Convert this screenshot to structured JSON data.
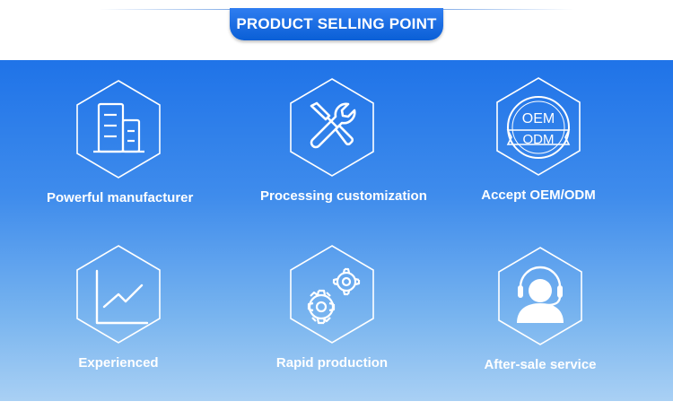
{
  "header": {
    "title": "PRODUCT SELLING POINT"
  },
  "features": [
    {
      "label": "Powerful manufacturer",
      "icon": "buildings-icon"
    },
    {
      "label": "Processing customization",
      "icon": "wrench-screwdriver-icon"
    },
    {
      "label": "Accept OEM/ODM",
      "icon": "oem-odm-badge-icon",
      "badge_top": "OEM",
      "badge_bottom": "ODM"
    },
    {
      "label": "Experienced",
      "icon": "line-chart-icon"
    },
    {
      "label": "Rapid production",
      "icon": "gears-icon"
    },
    {
      "label": "After-sale service",
      "icon": "headset-support-icon"
    }
  ],
  "colors": {
    "accent": "#0a5fd6",
    "panel_top": "#1f73e8",
    "panel_bottom": "#a9d0f4"
  }
}
